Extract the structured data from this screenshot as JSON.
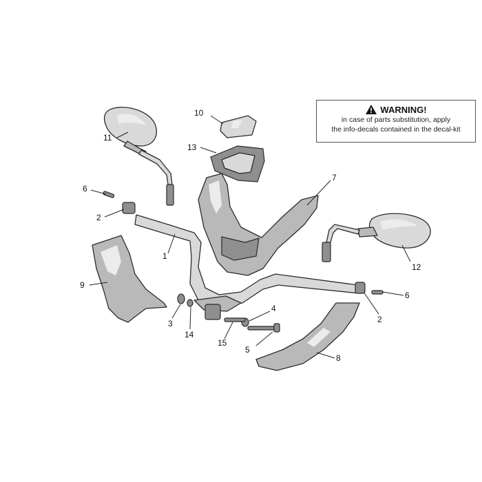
{
  "warning": {
    "title": "WARNING!",
    "line1": "in case of parts substitution, apply",
    "line2": "the info-decals contained in the decal-kit",
    "icon": "warning-triangle-icon"
  },
  "callouts": {
    "c1": "1",
    "c2a": "2",
    "c2b": "2",
    "c3": "3",
    "c4": "4",
    "c5": "5",
    "c6a": "6",
    "c6b": "6",
    "c7": "7",
    "c8": "8",
    "c9": "9",
    "c10": "10",
    "c11": "11",
    "c12": "12",
    "c13": "13",
    "c14": "14",
    "c15": "15"
  }
}
